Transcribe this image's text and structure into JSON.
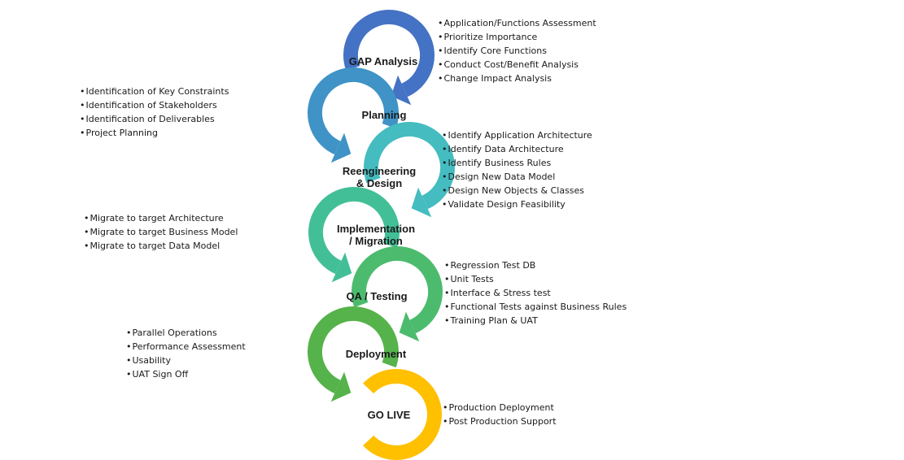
{
  "stages": [
    {
      "id": "gap",
      "label": "GAP Analysis",
      "color": "#4472C4",
      "color_dark": "#2F5597"
    },
    {
      "id": "planning",
      "label": "Planning",
      "color": "#3F93C6",
      "color_dark": "#2E75A8"
    },
    {
      "id": "reengineering",
      "label": "Reengineering\n& Design",
      "color": "#44BCC0",
      "color_dark": "#2FA3A8"
    },
    {
      "id": "implementation",
      "label": "Implementation\n/ Migration",
      "color": "#43BF97",
      "color_dark": "#2FA57E"
    },
    {
      "id": "qa",
      "label": "QA / Testing",
      "color": "#4CBB6E",
      "color_dark": "#35A255"
    },
    {
      "id": "deployment",
      "label": "Deployment",
      "color": "#56B24A",
      "color_dark": "#3F9734"
    },
    {
      "id": "golive",
      "label": "GO LIVE",
      "color": "#FFC000",
      "color_dark": "#E0A800"
    }
  ],
  "details": {
    "gap": [
      "Application/Functions Assessment",
      "Prioritize Importance",
      "Identify Core Functions",
      "Conduct Cost/Benefit Analysis",
      "Change Impact Analysis"
    ],
    "planning": [
      "Identification of Key Constraints",
      "Identification of Stakeholders",
      "Identification of Deliverables",
      "Project Planning"
    ],
    "reengineering": [
      "Identify Application Architecture",
      "Identify Data Architecture",
      "Identify Business Rules",
      "Design New  Data Model",
      "Design New  Objects & Classes",
      "Validate Design Feasibility"
    ],
    "implementation": [
      "Migrate to target Architecture",
      "Migrate to target Business Model",
      "Migrate to target Data Model"
    ],
    "qa": [
      "Regression Test DB",
      "Unit Tests",
      "Interface & Stress test",
      "Functional Tests against Business Rules",
      "Training Plan & UAT"
    ],
    "deployment": [
      "Parallel Operations",
      "Performance Assessment",
      "Usability",
      "UAT  Sign Off"
    ],
    "golive": [
      "Production Deployment",
      "Post Production Support"
    ]
  }
}
